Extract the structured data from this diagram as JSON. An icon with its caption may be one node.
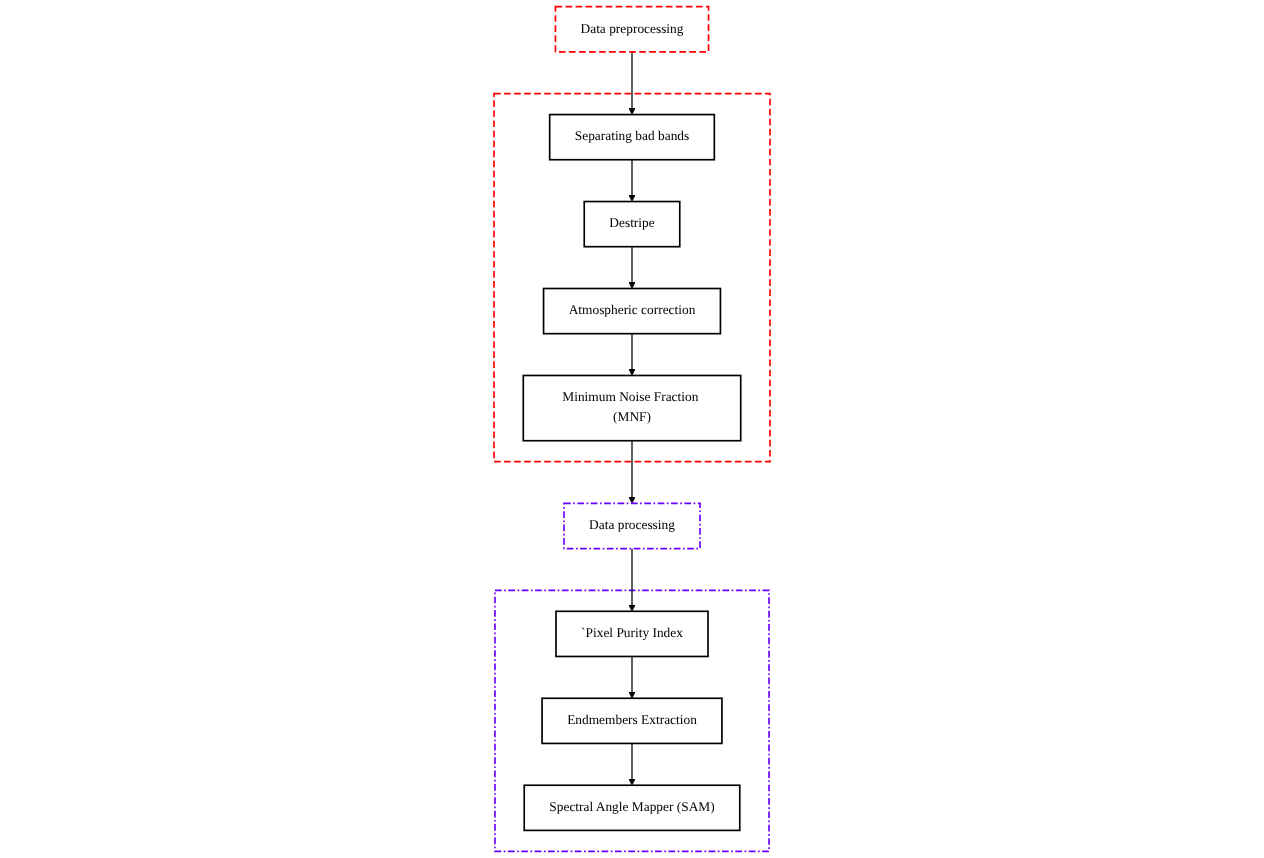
{
  "diagram": {
    "nodes": [
      {
        "text": [
          "Data preprocessing"
        ]
      },
      {
        "text": [],
        "shape": "box"
      },
      {
        "text": [
          "Separating bad bands"
        ],
        "in": 1
      },
      {
        "text": [
          "Destripe"
        ],
        "in": 1
      },
      {
        "text": [
          "Atmospheric correction"
        ],
        "in": 1
      },
      {
        "text": [
          "Minimum Noise Fraction (MNF)"
        ],
        "in": 1
      },
      {
        "text": [
          "Data processing"
        ]
      },
      {
        "text": [],
        "shape": "box"
      },
      {
        "text": [
          "`Pixel Purity Index"
        ],
        "in": 7
      },
      {
        "text": [
          "Endmembers Extraction"
        ],
        "in": 7
      },
      {
        "text": [
          "Spectral Angle Mapper (SAM)"
        ],
        "in": 7
      }
    ],
    "edges": [
      {
        "from": 0,
        "to": 2,
        "arrow": "to"
      },
      {
        "from": 2,
        "to": 3,
        "arrow": "to"
      },
      {
        "from": 3,
        "to": 4,
        "arrow": "to"
      },
      {
        "from": 4,
        "to": 5,
        "arrow": "to"
      },
      {
        "from": 5,
        "to": 6,
        "arrow": "to"
      },
      {
        "from": 6,
        "to": 8,
        "arrow": "to"
      },
      {
        "from": 8,
        "to": 9,
        "arrow": "to"
      },
      {
        "from": 9,
        "to": 10,
        "arrow": "to"
      }
    ]
  }
}
